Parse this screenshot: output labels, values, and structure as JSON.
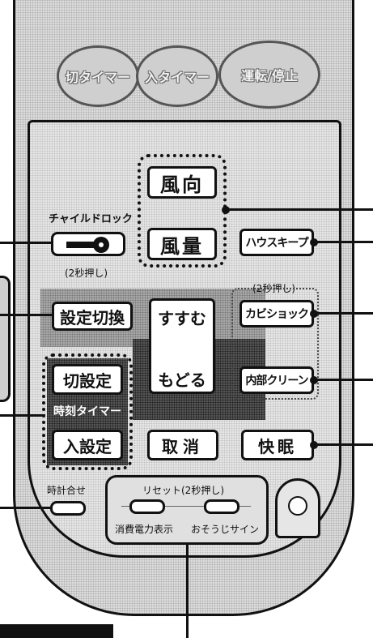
{
  "top_buttons": [
    {
      "label": "切タイマー"
    },
    {
      "label": "入タイマー"
    },
    {
      "label": "運転/停止"
    }
  ],
  "buttons": {
    "fuko": "風向",
    "furyo": "風量",
    "house_keep": "ハウスキープ",
    "settei_kirikae": "設定切換",
    "susumu": "すすむ",
    "modoru": "もどる",
    "kabi_shock": "カビショック",
    "naibu_clean": "内部クリーン",
    "kiri_settei": "切設定",
    "iri_settei": "入設定",
    "torikeshi": "取消",
    "kaimin": "快眠"
  },
  "labels": {
    "child_lock": "チャイルドロック",
    "child_lock_hint": "(2秒押し)",
    "kabi_hint": "(2秒押し)",
    "jikoku_timer": "時刻タイマー",
    "tokei_awase": "時計合せ",
    "reset_hint": "リセット(2秒押し)",
    "shohi_denryoku": "消費電力表示",
    "osouji_sign": "おそうじサイン"
  }
}
